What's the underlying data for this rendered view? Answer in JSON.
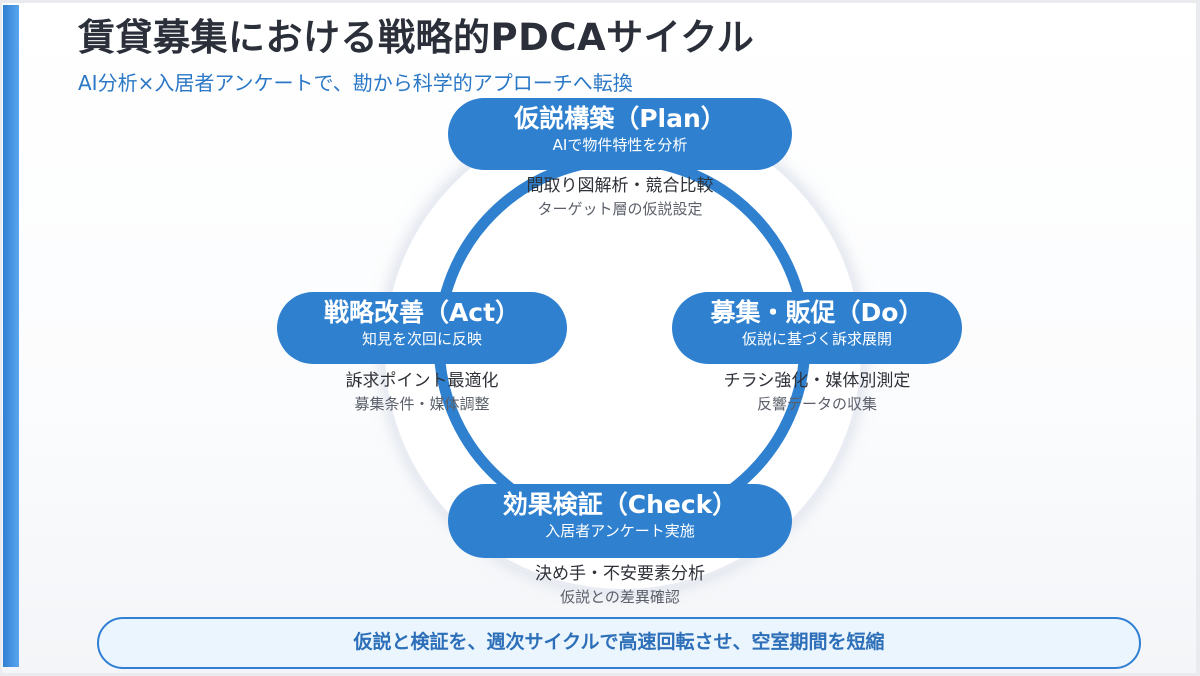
{
  "header": {
    "title": "賃貸募集における戦略的PDCAサイクル",
    "subtitle": "AI分析×入居者アンケートで、勘から科学的アプローチへ転換"
  },
  "colors": {
    "accent": "#2f81d0",
    "title_text": "#2b2f3a",
    "subtitle_text": "#2b78c6",
    "summary_bg": "#eaf5fe"
  },
  "cycle": {
    "phases": [
      {
        "id": "plan",
        "title": "仮説構築（Plan）",
        "subtitle": "AIで物件特性を分析",
        "detail_main": "間取り図解析・競合比較",
        "detail_sub": "ターゲット層の仮説設定"
      },
      {
        "id": "do",
        "title": "募集・販促（Do）",
        "subtitle": "仮説に基づく訴求展開",
        "detail_main": "チラシ強化・媒体別測定",
        "detail_sub": "反響データの収集"
      },
      {
        "id": "check",
        "title": "効果検証（Check）",
        "subtitle": "入居者アンケート実施",
        "detail_main": "決め手・不安要素分析",
        "detail_sub": "仮説との差異確認"
      },
      {
        "id": "act",
        "title": "戦略改善（Act）",
        "subtitle": "知見を次回に反映",
        "detail_main": "訴求ポイント最適化",
        "detail_sub": "募集条件・媒体調整"
      }
    ]
  },
  "summary": {
    "text": "仮説と検証を、週次サイクルで高速回転させ、空室期間を短縮"
  }
}
